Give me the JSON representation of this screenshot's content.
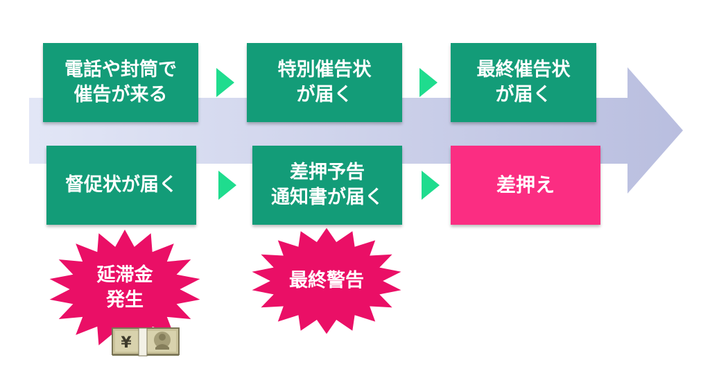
{
  "colors": {
    "step_green": "#139c78",
    "step_pink": "#fb2d82",
    "chevron_green": "#1fdc8e",
    "burst_red": "#ea0f66",
    "timeline_arrow": "#c7cbe6"
  },
  "steps_row1": [
    {
      "line1": "電話や封筒で",
      "line2": "催告が来る"
    },
    {
      "line1": "特別催告状",
      "line2": "が届く"
    },
    {
      "line1": "最終催告状",
      "line2": "が届く"
    }
  ],
  "steps_row2": [
    {
      "line1": "督促状が届く"
    },
    {
      "line1": "差押予告",
      "line2": "通知書が届く"
    },
    {
      "line1": "差押え"
    }
  ],
  "bursts": [
    {
      "line1": "延滞金",
      "line2": "発生"
    },
    {
      "line1": "最終警告"
    }
  ],
  "money": {
    "icon": "yen-banknote-icon",
    "symbol": "¥"
  }
}
